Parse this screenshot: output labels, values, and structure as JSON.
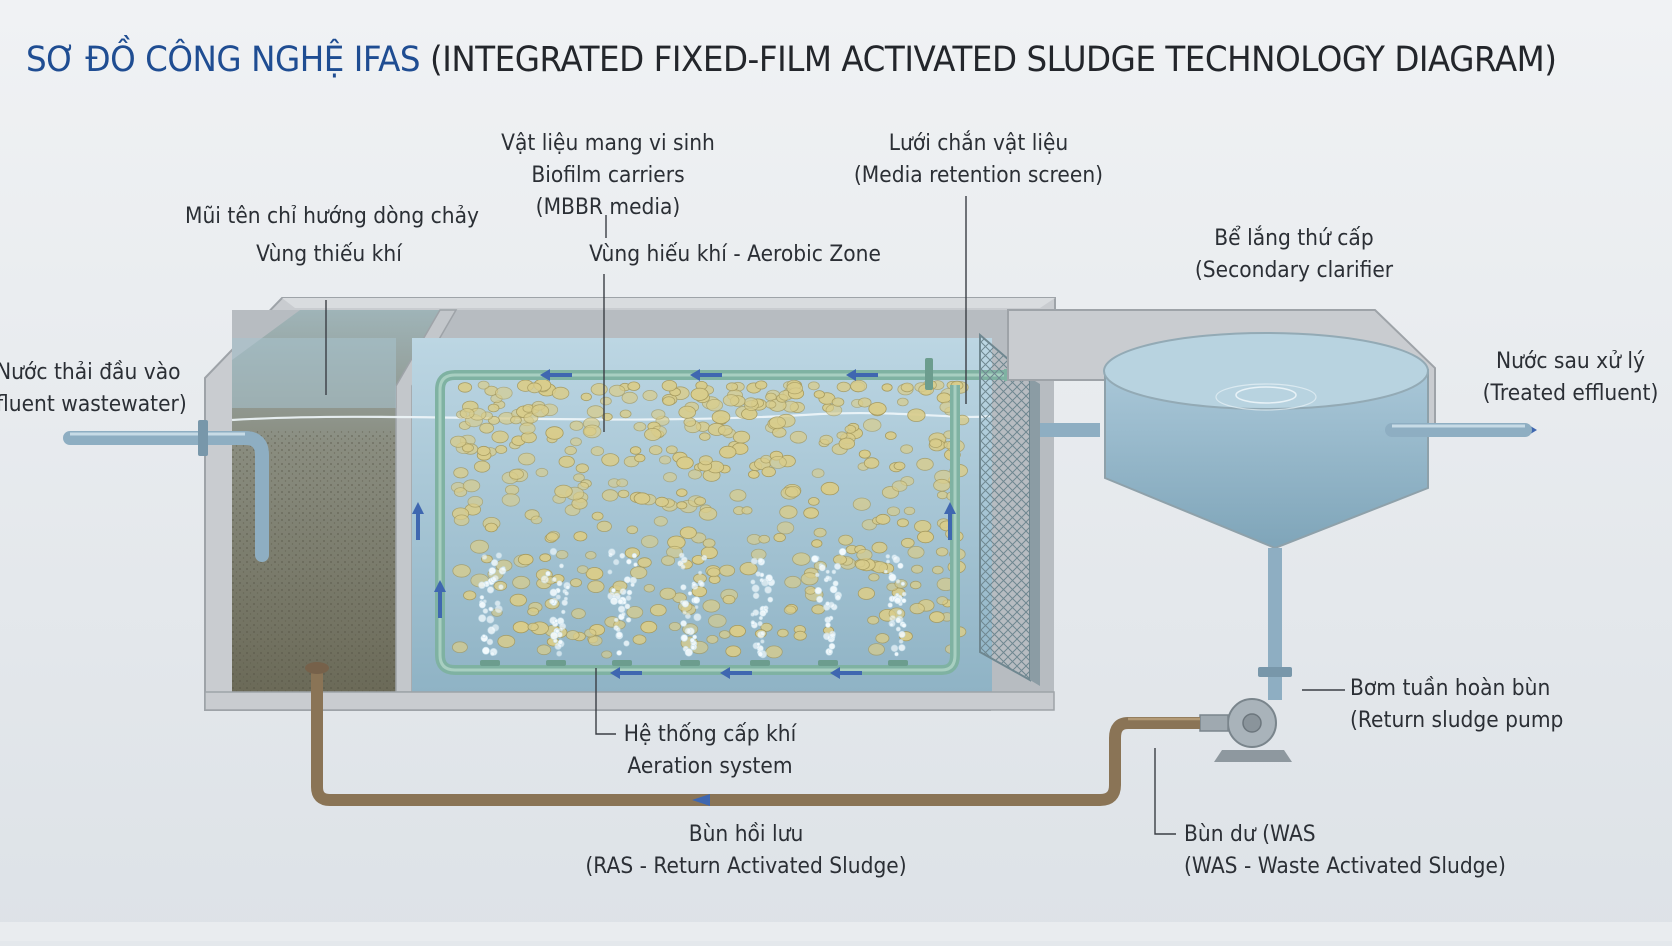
{
  "title": {
    "highlight": "SƠ ĐỒ CÔNG NGHỆ IFAS",
    "rest": " (INTEGRATED FIXED-FILM ACTIVATED SLUDGE TECHNOLOGY DIAGRAM)"
  },
  "labels": {
    "influent": {
      "line1": "Nước thải đầu vào",
      "line2": "fluent wastewater)"
    },
    "flow_arrow": {
      "line1": "Mũi tên chỉ hướng dòng chảy"
    },
    "anoxic": {
      "line1": "Vùng thiếu khí"
    },
    "carriers": {
      "line1": "Vật liệu mang vi sinh",
      "line2": "Biofilm carriers",
      "line3": "(MBBR media)"
    },
    "aerobic": {
      "line1": "Vùng hiếu khí - Aerobic Zone"
    },
    "screen": {
      "line1": "Lưới chắn vật liệu",
      "line2": "(Media retention screen)"
    },
    "clarifier": {
      "line1": "Bể lắng thứ cấp",
      "line2": "(Secondary clarifier"
    },
    "effluent": {
      "line1": "Nước sau xử lý",
      "line2": "(Treated effluent)"
    },
    "aeration": {
      "line1": "Hệ thống cấp khí",
      "line2": "Aeration system"
    },
    "ras": {
      "line1": "Bùn hồi lưu",
      "line2": "(RAS - Return Activated Sludge)"
    },
    "pump": {
      "line1": "Bơm tuần hoàn bùn",
      "line2": "(Return sludge pump"
    },
    "was": {
      "line1": "Bùn dư (WAS",
      "line2": "(WAS - Waste Activated Sludge)"
    }
  },
  "colors": {
    "title_highlight": "#1f4d92",
    "water": "#a9c7d8",
    "concrete": "#c8cbcf",
    "sludge": "#7a7866",
    "pipe_green": "#7fb2a2",
    "pipe_blue": "#8eaec2",
    "pipe_brown": "#8a7456",
    "carrier": "#d9cd8c",
    "arrow": "#3f67b0"
  }
}
